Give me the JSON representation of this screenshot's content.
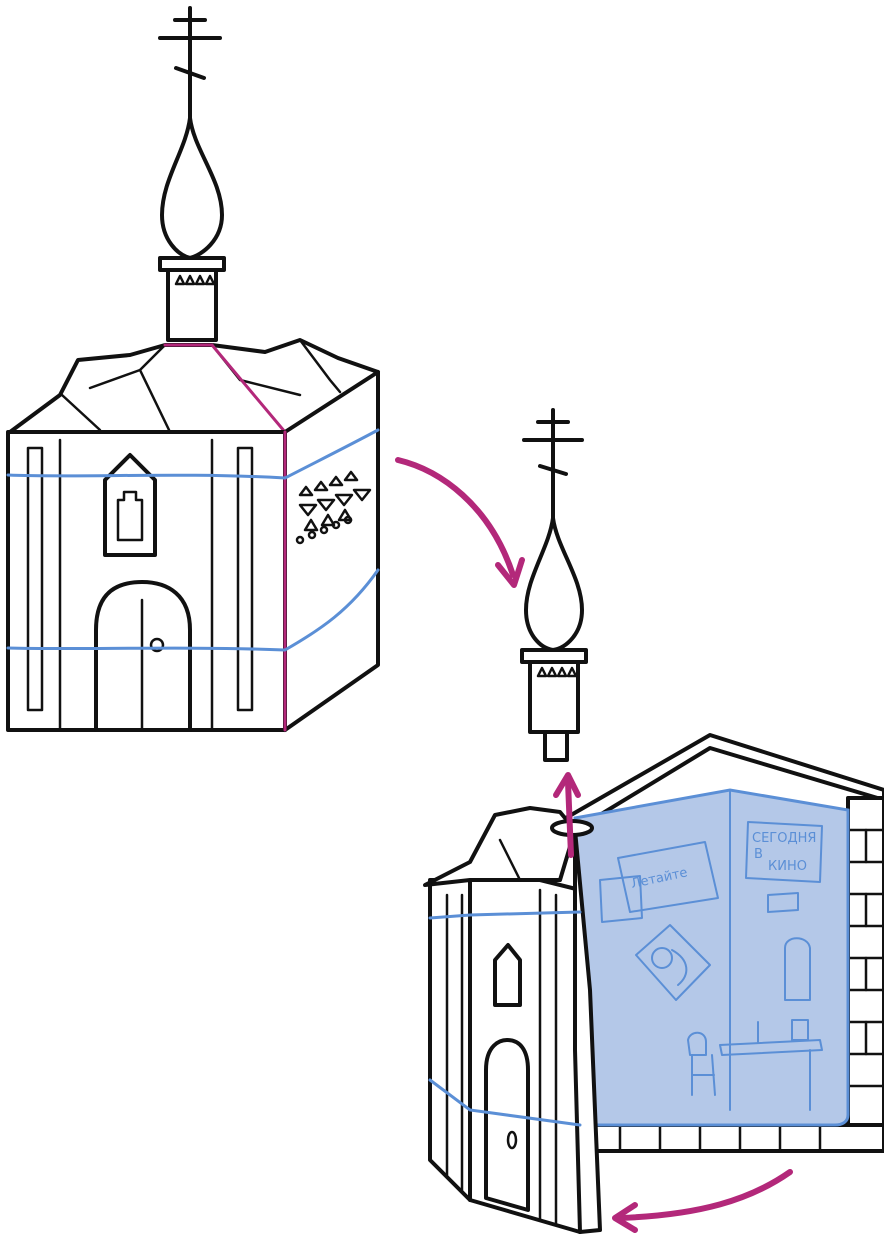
{
  "illustration": {
    "poster_cinema_top": "СЕГОДНЯ",
    "poster_cinema_mid": "В",
    "poster_cinema_bottom": "КИНО",
    "poster_left": "Летайте",
    "colors": {
      "ink": "#111111",
      "highlight": "#b3287a",
      "interior": "#b4c8e8",
      "interior_line": "#5b8fd6"
    }
  }
}
